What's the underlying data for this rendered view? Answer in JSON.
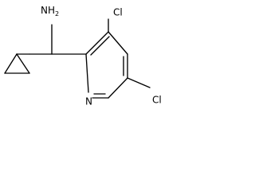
{
  "molecule": {
    "labels": {
      "amine": "NH",
      "amine_subscript": "2",
      "chloro_top": "Cl",
      "chloro_bottom": "Cl",
      "nitrogen": "N"
    },
    "colors": {
      "bond": "#000000",
      "text": "#000000",
      "background": "#ffffff"
    }
  }
}
